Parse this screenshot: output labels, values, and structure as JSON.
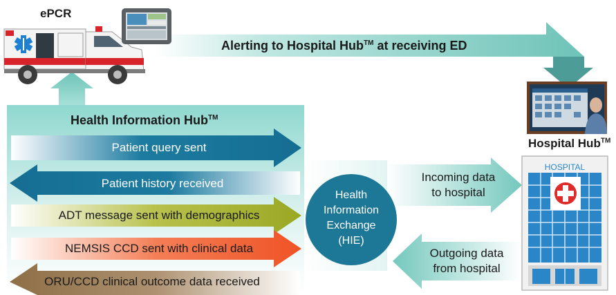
{
  "top": {
    "epcr_label": "ePCR",
    "alert_text_pre": "Alerting to Hospital Hub",
    "alert_text_tm": "TM",
    "alert_text_post": " at receiving ED"
  },
  "hub": {
    "title_pre": "Health Information Hub",
    "title_tm": "TM",
    "arrows": [
      {
        "label": "Patient query sent",
        "direction": "right",
        "color": "#1b7aa0"
      },
      {
        "label": "Patient history received",
        "direction": "left",
        "color": "#1b7aa0"
      },
      {
        "label": "ADT message sent with demographics",
        "direction": "right",
        "color": "#a7b332"
      },
      {
        "label": "NEMSIS CCD sent with clinical data",
        "direction": "right",
        "color": "#f2623a"
      },
      {
        "label": "ORU/CCD clinical outcome data received",
        "direction": "left",
        "color": "#a1835a"
      }
    ]
  },
  "hie": {
    "line1": "Health",
    "line2": "Information",
    "line3": "Exchange",
    "line4": "(HIE)",
    "color": "#1d7796"
  },
  "flows": {
    "incoming_line1": "Incoming data",
    "incoming_line2": "to hospital",
    "outgoing_line1": "Outgoing data",
    "outgoing_line2": "from hospital"
  },
  "hospital": {
    "hub_label_pre": "Hospital Hub",
    "hub_label_tm": "TM",
    "building_sign": "HOSPITAL"
  },
  "colors": {
    "teal_light": "#7fd0c6",
    "teal_dark": "#2b8c8c",
    "building_blue": "#2a86c7"
  }
}
